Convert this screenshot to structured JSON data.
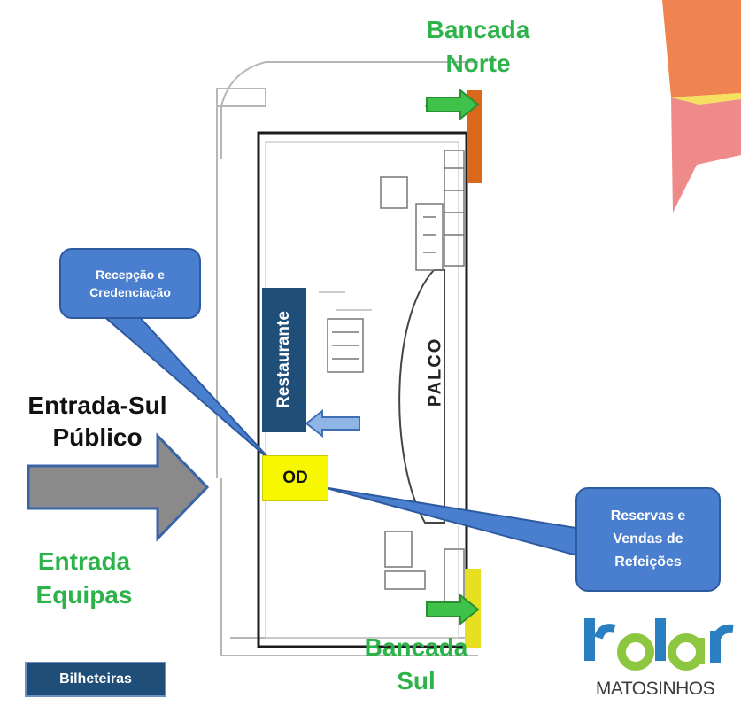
{
  "labels": {
    "bancada_norte": [
      "Bancada",
      "Norte"
    ],
    "bancada_sul": [
      "Bancada",
      "Sul"
    ],
    "entrada_sul": [
      "Entrada-Sul",
      "Público"
    ],
    "entrada_equipas": [
      "Entrada",
      "Equipas"
    ],
    "palco": "PALCO",
    "restaurante": "Restaurante",
    "od": "OD",
    "bilheteiras": "Bilheteiras"
  },
  "callouts": {
    "rececao": [
      "Recepção e",
      "Credenciação"
    ],
    "reservas": [
      "Reservas e",
      "Vendas de",
      "Refeições"
    ]
  },
  "logo": {
    "text": "MATOSINHOS",
    "wordmark": "rolar"
  },
  "colors": {
    "green": "#2db34a",
    "navy": "#1f4e79",
    "callout_blue": "#4a7fcf",
    "od_yellow": "#f7f700",
    "arrow_gray": "#8a8a8a"
  }
}
